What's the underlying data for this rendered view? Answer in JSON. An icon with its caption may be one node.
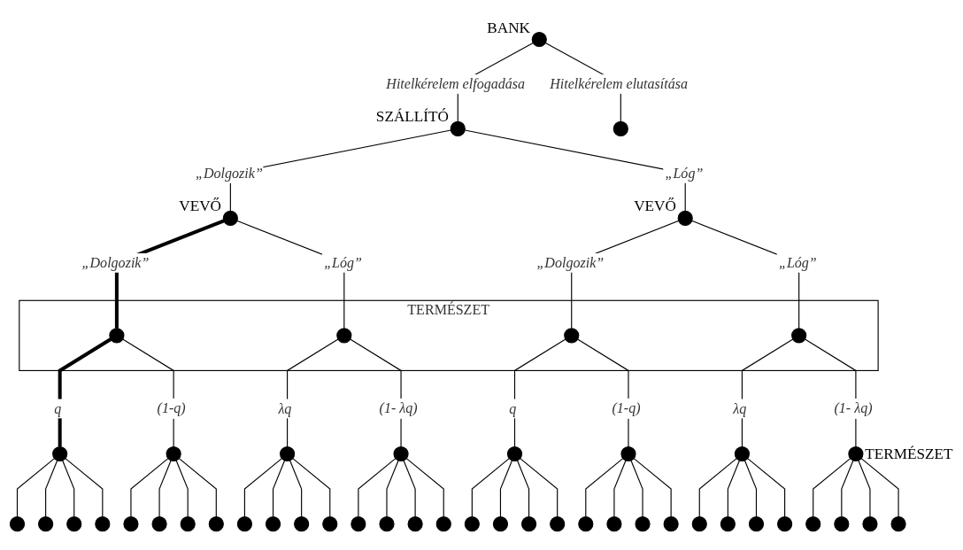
{
  "diagram": {
    "nodes": [
      {
        "text": [],
        "shape": "circle",
        "beside": [
          "BANK"
        ]
      },
      {
        "text": [],
        "shape": "circle",
        "beside": [
          "SZÁLLÍTÓ"
        ]
      },
      {
        "text": [],
        "shape": "circle"
      },
      {
        "text": [],
        "shape": "circle",
        "beside": [
          "VEVŐ"
        ]
      },
      {
        "text": [],
        "shape": "circle",
        "beside": [
          "VEVŐ"
        ]
      },
      {
        "text": [
          "TERMÉSZET"
        ]
      },
      {
        "text": [],
        "shape": "circle",
        "in": 5
      },
      {
        "text": [],
        "shape": "circle",
        "in": 5
      },
      {
        "text": [],
        "shape": "circle",
        "in": 5
      },
      {
        "text": [],
        "shape": "circle",
        "in": 5
      },
      {
        "text": [],
        "shape": "circle"
      },
      {
        "text": [],
        "shape": "circle"
      },
      {
        "text": [],
        "shape": "circle"
      },
      {
        "text": [],
        "shape": "circle"
      },
      {
        "text": [],
        "shape": "circle"
      },
      {
        "text": [],
        "shape": "circle"
      },
      {
        "text": [],
        "shape": "circle"
      },
      {
        "text": [],
        "shape": "circle",
        "beside": [
          "TERMÉSZET"
        ]
      },
      {
        "text": [],
        "shape": "circle"
      },
      {
        "text": [],
        "shape": "circle"
      },
      {
        "text": [],
        "shape": "circle"
      },
      {
        "text": [],
        "shape": "circle"
      },
      {
        "text": [],
        "shape": "circle"
      },
      {
        "text": [],
        "shape": "circle"
      },
      {
        "text": [],
        "shape": "circle"
      },
      {
        "text": [],
        "shape": "circle"
      },
      {
        "text": [],
        "shape": "circle"
      },
      {
        "text": [],
        "shape": "circle"
      },
      {
        "text": [],
        "shape": "circle"
      },
      {
        "text": [],
        "shape": "circle"
      },
      {
        "text": [],
        "shape": "circle"
      },
      {
        "text": [],
        "shape": "circle"
      },
      {
        "text": [],
        "shape": "circle"
      },
      {
        "text": [],
        "shape": "circle"
      },
      {
        "text": [],
        "shape": "circle"
      },
      {
        "text": [],
        "shape": "circle"
      },
      {
        "text": [],
        "shape": "circle"
      },
      {
        "text": [],
        "shape": "circle"
      },
      {
        "text": [],
        "shape": "circle"
      },
      {
        "text": [],
        "shape": "circle"
      },
      {
        "text": [],
        "shape": "circle"
      },
      {
        "text": [],
        "shape": "circle"
      },
      {
        "text": [],
        "shape": "circle"
      },
      {
        "text": [],
        "shape": "circle"
      },
      {
        "text": [],
        "shape": "circle"
      },
      {
        "text": [],
        "shape": "circle"
      },
      {
        "text": [],
        "shape": "circle"
      },
      {
        "text": [],
        "shape": "circle"
      },
      {
        "text": [],
        "shape": "circle"
      },
      {
        "text": [],
        "shape": "circle"
      }
    ],
    "edges": [
      {
        "from": 0,
        "to": 1,
        "arrow": "none",
        "label": "Hitelkérelem elfogadása"
      },
      {
        "from": 0,
        "to": 2,
        "arrow": "none",
        "label": "Hitelkérelem elutasítása"
      },
      {
        "from": 1,
        "to": 3,
        "arrow": "none",
        "label": "„Dolgozik”"
      },
      {
        "from": 1,
        "to": 4,
        "arrow": "none",
        "label": "„Lóg”"
      },
      {
        "from": 3,
        "to": 6,
        "arrow": "none",
        "label": "„Dolgozik”",
        "style": "thick"
      },
      {
        "from": 3,
        "to": 7,
        "arrow": "none",
        "label": "„Lóg”"
      },
      {
        "from": 4,
        "to": 8,
        "arrow": "none",
        "label": "„Dolgozik”"
      },
      {
        "from": 4,
        "to": 9,
        "arrow": "none",
        "label": "„Lóg”"
      },
      {
        "from": 6,
        "to": 10,
        "arrow": "none",
        "label": "q",
        "style": "thick"
      },
      {
        "from": 6,
        "to": 11,
        "arrow": "none",
        "label": "(1-q)"
      },
      {
        "from": 7,
        "to": 12,
        "arrow": "none",
        "label": "λq"
      },
      {
        "from": 7,
        "to": 13,
        "arrow": "none",
        "label": "(1- λq)"
      },
      {
        "from": 8,
        "to": 14,
        "arrow": "none",
        "label": "q"
      },
      {
        "from": 8,
        "to": 15,
        "arrow": "none",
        "label": "(1-q)"
      },
      {
        "from": 9,
        "to": 16,
        "arrow": "none",
        "label": "λq"
      },
      {
        "from": 9,
        "to": 17,
        "arrow": "none",
        "label": "(1- λq)"
      },
      {
        "from": 10,
        "to": 18,
        "arrow": "none"
      },
      {
        "from": 10,
        "to": 19,
        "arrow": "none"
      },
      {
        "from": 10,
        "to": 20,
        "arrow": "none"
      },
      {
        "from": 10,
        "to": 21,
        "arrow": "none"
      },
      {
        "from": 11,
        "to": 22,
        "arrow": "none"
      },
      {
        "from": 11,
        "to": 23,
        "arrow": "none"
      },
      {
        "from": 11,
        "to": 24,
        "arrow": "none"
      },
      {
        "from": 11,
        "to": 25,
        "arrow": "none"
      },
      {
        "from": 12,
        "to": 26,
        "arrow": "none"
      },
      {
        "from": 12,
        "to": 27,
        "arrow": "none"
      },
      {
        "from": 12,
        "to": 28,
        "arrow": "none"
      },
      {
        "from": 12,
        "to": 29,
        "arrow": "none"
      },
      {
        "from": 13,
        "to": 30,
        "arrow": "none"
      },
      {
        "from": 13,
        "to": 31,
        "arrow": "none"
      },
      {
        "from": 13,
        "to": 32,
        "arrow": "none"
      },
      {
        "from": 13,
        "to": 33,
        "arrow": "none"
      },
      {
        "from": 14,
        "to": 34,
        "arrow": "none"
      },
      {
        "from": 14,
        "to": 35,
        "arrow": "none"
      },
      {
        "from": 14,
        "to": 36,
        "arrow": "none"
      },
      {
        "from": 14,
        "to": 37,
        "arrow": "none"
      },
      {
        "from": 15,
        "to": 38,
        "arrow": "none"
      },
      {
        "from": 15,
        "to": 39,
        "arrow": "none"
      },
      {
        "from": 15,
        "to": 40,
        "arrow": "none"
      },
      {
        "from": 15,
        "to": 41,
        "arrow": "none"
      },
      {
        "from": 16,
        "to": 42,
        "arrow": "none"
      },
      {
        "from": 16,
        "to": 43,
        "arrow": "none"
      },
      {
        "from": 16,
        "to": 44,
        "arrow": "none"
      },
      {
        "from": 16,
        "to": 45,
        "arrow": "none"
      },
      {
        "from": 17,
        "to": 46,
        "arrow": "none"
      },
      {
        "from": 17,
        "to": 47,
        "arrow": "none"
      },
      {
        "from": 17,
        "to": 48,
        "arrow": "none"
      },
      {
        "from": 17,
        "to": 49,
        "arrow": "none"
      }
    ]
  }
}
